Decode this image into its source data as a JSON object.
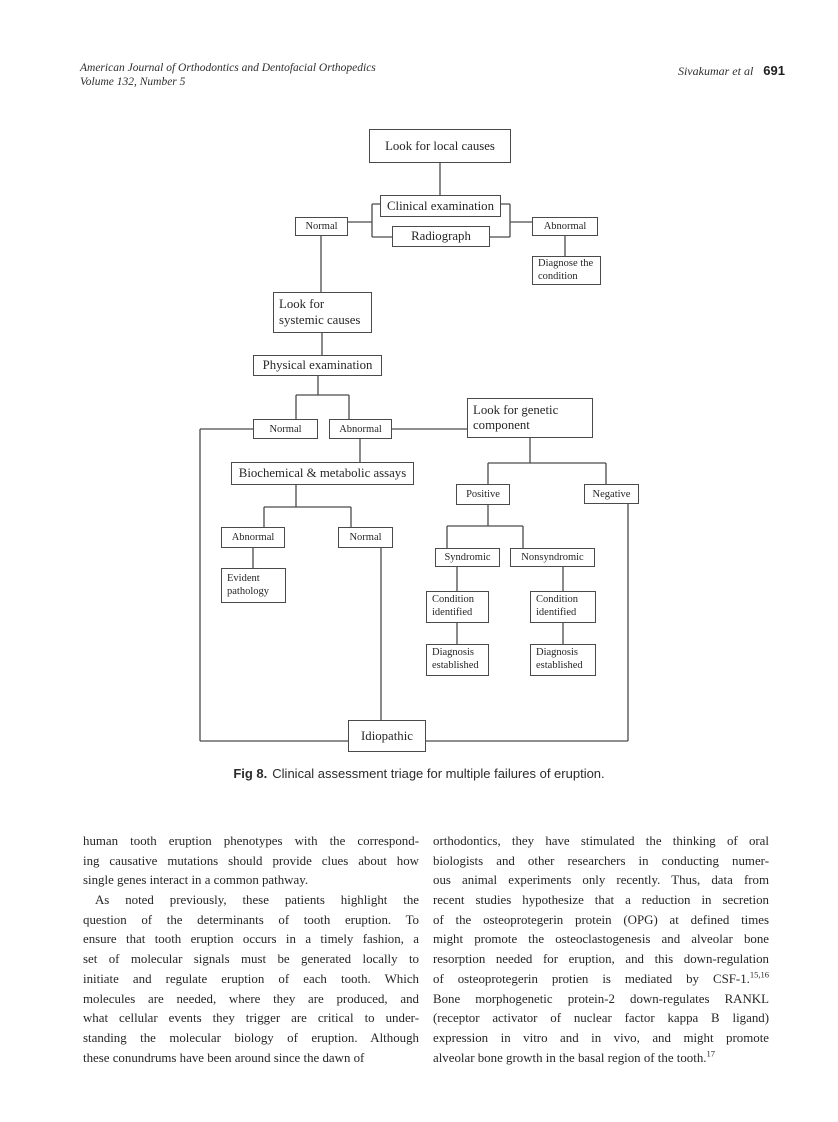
{
  "header": {
    "journal_line1": "American Journal of Orthodontics and Dentofacial Orthopedics",
    "journal_line2": "Volume 132, Number 5",
    "authors": "Sivakumar et al",
    "page_number": "691"
  },
  "figure": {
    "caption_label": "Fig 8.",
    "caption_text": "Clinical assessment triage for multiple failures of eruption.",
    "boxes": [
      {
        "id": "local-causes",
        "label": "Look for local causes"
      },
      {
        "id": "clinical-examination",
        "label": "Clinical examination"
      },
      {
        "id": "radiograph",
        "label": "Radiograph"
      },
      {
        "id": "normal-clinical",
        "label": "Normal"
      },
      {
        "id": "abnormal-clinical",
        "label": "Abnormal"
      },
      {
        "id": "diagnose-condition",
        "label": "Diagnose the condition"
      },
      {
        "id": "systemic-causes",
        "label": "Look for systemic causes"
      },
      {
        "id": "physical-examination",
        "label": "Physical examination"
      },
      {
        "id": "normal-physical",
        "label": "Normal"
      },
      {
        "id": "abnormal-physical",
        "label": "Abnormal"
      },
      {
        "id": "genetic-component",
        "label": "Look for genetic component"
      },
      {
        "id": "biochemical-assays",
        "label": "Biochemical & metabolic assays"
      },
      {
        "id": "positive",
        "label": "Positive"
      },
      {
        "id": "negative",
        "label": "Negative"
      },
      {
        "id": "abnormal-assay",
        "label": "Abnormal"
      },
      {
        "id": "normal-assay",
        "label": "Normal"
      },
      {
        "id": "syndromic",
        "label": "Syndromic"
      },
      {
        "id": "nonsyndromic",
        "label": "Nonsyndromic"
      },
      {
        "id": "evident-pathology",
        "label": "Evident pathology"
      },
      {
        "id": "condition-identified-syndromic",
        "label": "Condition identified"
      },
      {
        "id": "condition-identified-nonsyndromic",
        "label": "Condition identified"
      },
      {
        "id": "diagnosis-established-syndromic",
        "label": "Diagnosis established"
      },
      {
        "id": "diagnosis-established-nonsyndromic",
        "label": "Diagnosis established"
      },
      {
        "id": "idiopathic",
        "label": "Idiopathic"
      }
    ]
  },
  "body": {
    "left_column": [
      {
        "indent": false,
        "lines": [
          "human tooth eruption phenotypes with the correspond-",
          "ing causative mutations should provide clues about how",
          "single genes interact in a common pathway."
        ]
      },
      {
        "indent": true,
        "lines": [
          "As noted previously, these patients highlight the",
          "question of the determinants of tooth eruption. To",
          "ensure that tooth eruption occurs in a timely fashion, a",
          "set of molecular signals must be generated locally to",
          "initiate and regulate eruption of each tooth. Which",
          "molecules are needed, where they are produced, and",
          "what cellular events they trigger are critical to under-",
          "standing the molecular biology of eruption. Although",
          "these conundrums have been around since the dawn of"
        ]
      }
    ],
    "right_column": [
      {
        "indent": false,
        "lines": [
          "orthodontics, they have stimulated the thinking of oral",
          "biologists and other researchers in conducting numer-",
          "ous animal experiments only recently. Thus, data from",
          "recent studies hypothesize that a reduction in secretion",
          "of the osteoprotegerin protein (OPG) at defined times",
          "might promote the osteoclastogenesis and alveolar bone",
          "resorption needed for eruption, and this down-regulation",
          "of osteoprotegerin protien is mediated by CSF-1.^{15,16}",
          "Bone morphogenetic protein-2 down-regulates RANKL",
          "(receptor activator of nuclear factor kappa B ligand)",
          "expression in vitro and in vivo, and might promote",
          "alveolar bone growth in the basal region of the tooth.^{17}"
        ]
      }
    ]
  },
  "colors": {
    "ink": "#262626",
    "box_border": "#4a4a4a",
    "background": "#ffffff"
  }
}
